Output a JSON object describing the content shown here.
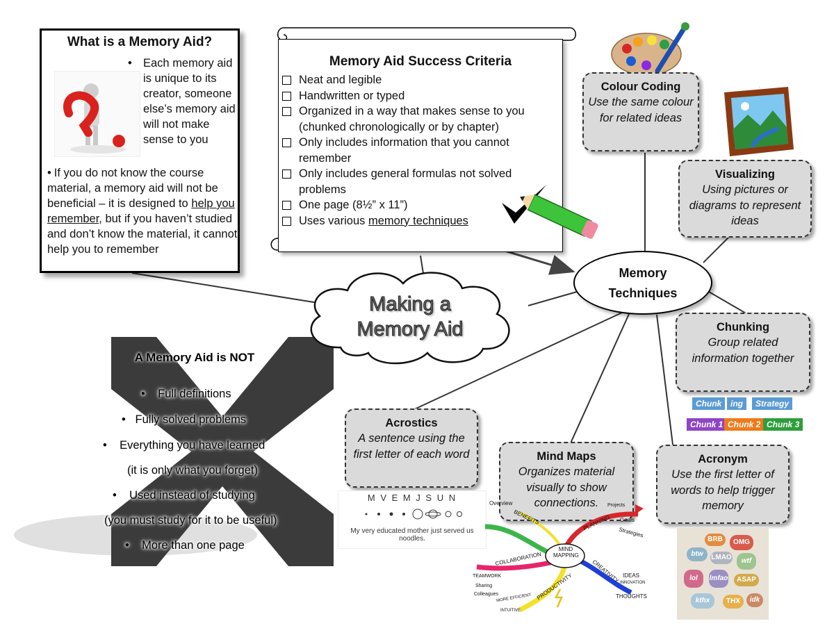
{
  "what_is": {
    "title": "What is a Memory Aid?",
    "bullet1": "Each memory aid is unique to its creator, someone else’s memory aid will not make sense to you",
    "bullet2_a": "If you do not know the course material, a memory aid will not be beneficial – it is designed to ",
    "bullet2_link": "help you remember",
    "bullet2_b": ", but if you haven’t studied and don’t know the material, it cannot help you to remember"
  },
  "criteria": {
    "title": "Memory Aid Success Criteria",
    "items": [
      "Neat and legible",
      "Handwritten or typed",
      "Organized in a way that makes sense to you (chunked chronologically or by chapter)",
      "Only includes information that you cannot remember",
      "Only includes general formulas not solved problems",
      "One page (8½” x 11”)"
    ],
    "last_prefix": "Uses various ",
    "last_link": "memory techniques"
  },
  "center": {
    "line1": "Making a",
    "line2": "Memory Aid"
  },
  "hub": {
    "line1": "Memory",
    "line2": "Techniques"
  },
  "techniques": {
    "colour": {
      "title": "Colour Coding",
      "desc": "Use the same colour for related ideas"
    },
    "visual": {
      "title": "Visualizing",
      "desc": "Using pictures or diagrams to represent ideas"
    },
    "chunk": {
      "title": "Chunking",
      "desc": "Group related information together"
    },
    "acrostics": {
      "title": "Acrostics",
      "desc": "A sentence using the first letter of each word"
    },
    "mindmaps": {
      "title": "Mind Maps",
      "desc": "Organizes material visually to show connections."
    },
    "acronym": {
      "title": "Acronym",
      "desc": "Use the first letter of words to help trigger memory"
    }
  },
  "not_section": {
    "title": "A Memory Aid is NOT",
    "items": [
      "Full definitions",
      "Fully solved problems",
      "Everything you have learned",
      "(it is only what you forget)",
      "Used instead of studying",
      "(you must study for it to be useful)",
      "More than one page"
    ]
  },
  "chunk_image": {
    "row1": [
      "Chunk",
      "ing",
      "Strategy"
    ],
    "row2": [
      "Chunk 1",
      "Chunk 2",
      "Chunk 3"
    ]
  },
  "acrostic_image": {
    "letters": "M V E M J S U N",
    "sentence": "My very educated mother just served us noodles."
  },
  "mindmap_image": {
    "center": "MIND MAPPING",
    "branches": [
      "BENEFITS",
      "PLANNING",
      "CREATIVITY",
      "PRODUCTIVITY",
      "COLLABORATION",
      "Overview",
      "Goals",
      "Strategies",
      "IDEAS",
      "INNOVATION",
      "THOUGHTS",
      "TEAMWORK",
      "Sharing",
      "Colleagues",
      "MORE EFFICIENT",
      "INTUITIVE",
      "Projects"
    ]
  },
  "acronym_image": {
    "words": [
      "BRB",
      "OMG",
      "btw",
      "LMAO",
      "wtf",
      "lol",
      "lmfao",
      "ASAP",
      "kthx",
      "THX",
      "idk"
    ]
  },
  "colors": {
    "card_bg": "#dadada",
    "not_x": "#3b3b3b",
    "mindmap_pink": "#e8246b",
    "mindmap_green": "#3cb54a",
    "mindmap_yellow": "#f3e12a",
    "mindmap_blue": "#1e3fd6",
    "mindmap_red": "#d8262b"
  },
  "icons": [
    "question-mark-figure",
    "paint-palette-icon",
    "landscape-picture-icon",
    "checkmark-icon",
    "pencil-icon"
  ]
}
